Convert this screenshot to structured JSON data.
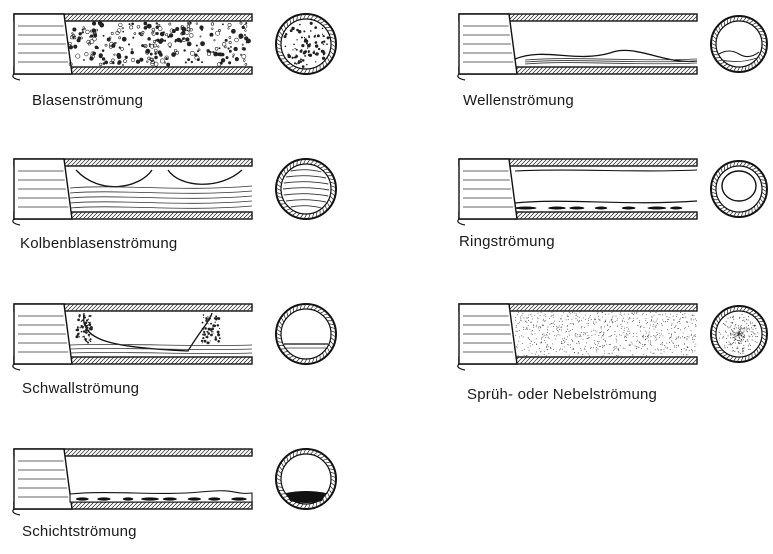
{
  "patterns": [
    {
      "id": "blasen",
      "label": "Blasenströmung"
    },
    {
      "id": "kolben",
      "label": "Kolbenblasenströmung"
    },
    {
      "id": "schwall",
      "label": "Schwallströmung"
    },
    {
      "id": "schicht",
      "label": "Schichtströmung"
    },
    {
      "id": "wellen",
      "label": "Wellenströmung"
    },
    {
      "id": "ring",
      "label": "Ringströmung"
    },
    {
      "id": "spruh",
      "label": "Sprüh- oder Nebelströmung"
    }
  ]
}
